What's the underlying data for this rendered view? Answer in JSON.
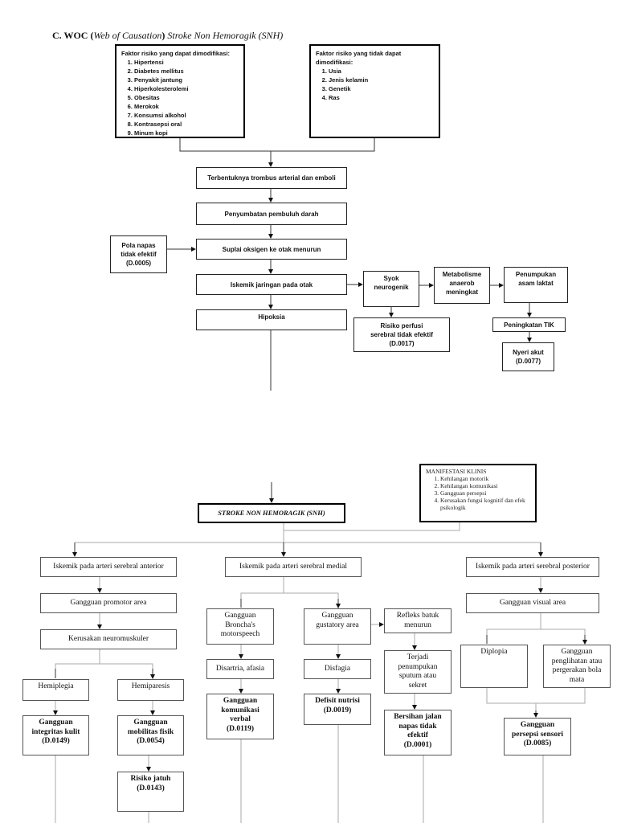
{
  "title": {
    "prefix": "C. WOC (",
    "italic": "Web of Causation",
    "suffix": ") ",
    "italic2": "Stroke Non Hemoragik (SNH)"
  },
  "risk_modifiable": {
    "heading": "Faktor risiko yang dapat dimodifikasi:",
    "items": [
      "Hipertensi",
      "Diabetes mellitus",
      "Penyakit jantung",
      "Hiperkolesterolemi",
      "Obesitas",
      "Merokok",
      "Konsumsi alkohol",
      "Kontrasepsi oral",
      "Minum kopi"
    ]
  },
  "risk_nonmodifiable": {
    "heading": "Faktor risiko yang tidak dapat dimodifikasi:",
    "items": [
      "Usia",
      "Jenis kelamin",
      "Genetik",
      "Ras"
    ]
  },
  "top_flow": {
    "trombus": "Terbentuknya trombus arterial dan emboli",
    "penyumbatan": "Penyumbatan pembuluh darah",
    "suplai": "Suplai oksigen ke otak menurun",
    "iskemik": "Iskemik jaringan pada otak",
    "hipoksia": "Hipoksia",
    "pola_napas": "Pola napas\ntidak efektif\n(D.0005)",
    "syok": "Syok\nneurogenik",
    "risiko_perfusi": "Risiko perfusi\nserebral tidak efektif\n(D.0017)",
    "metabolisme": "Metabolisme\nanaerob\nmeningkat",
    "penumpukan": "Penumpukan\nasam laktat",
    "tik": "Peningkatan TIK",
    "nyeri": "Nyeri akut\n(D.0077)"
  },
  "manifestasi": {
    "heading": "MANIFESTASI KLINIS",
    "items": [
      "Kehilangan motorik",
      "Kehilangan komunikasi",
      "Gangguan persepsi",
      "Kerusakan fungsi kognitif dan efek psikologik"
    ]
  },
  "stroke": "STROKE NON HEMORAGIK (SNH)",
  "anterior": {
    "head": "Iskemik pada arteri serebral anterior",
    "promotor": "Gangguan promotor area",
    "neuromuskuler": "Kerusakan neuromuskuler",
    "hemiplegia": "Hemiplegia",
    "hemiparesis": "Hemiparesis",
    "integritas": "Gangguan\nintegritas kulit\n(D.0149)",
    "mobilitas": "Gangguan\nmobilitas fisik\n(D.0054)",
    "jatuh": "Risiko jatuh\n(D.0143)"
  },
  "medial": {
    "head": "Iskemik pada arteri serebral medial",
    "broncha": "Gangguan\nBroncha's\nmotorspeech",
    "disartria": "Disartria, afasia",
    "komunikasi": "Gangguan\nkomunikasi\nverbal\n(D.0119)",
    "gustatory": "Gangguan\ngustatory area",
    "disfagia": "Disfagia",
    "nutrisi": "Defisit nutrisi\n(D.0019)",
    "refleks": "Refleks batuk\nmenurun",
    "sputum": "Terjadi\npenumpukan\nsputum atau\nsekret",
    "bersihan": "Bersihan jalan\nnapas tidak\nefektif\n(D.0001)"
  },
  "posterior": {
    "head": "Iskemik pada arteri serebral posterior",
    "visual": "Gangguan visual area",
    "diplopia": "Diplopia",
    "penglihatan": "Gangguan\npenglihatan atau\npergerakan bola\nmata",
    "persepsi": "Gangguan\npersepsi sensori\n(D.0085)"
  }
}
